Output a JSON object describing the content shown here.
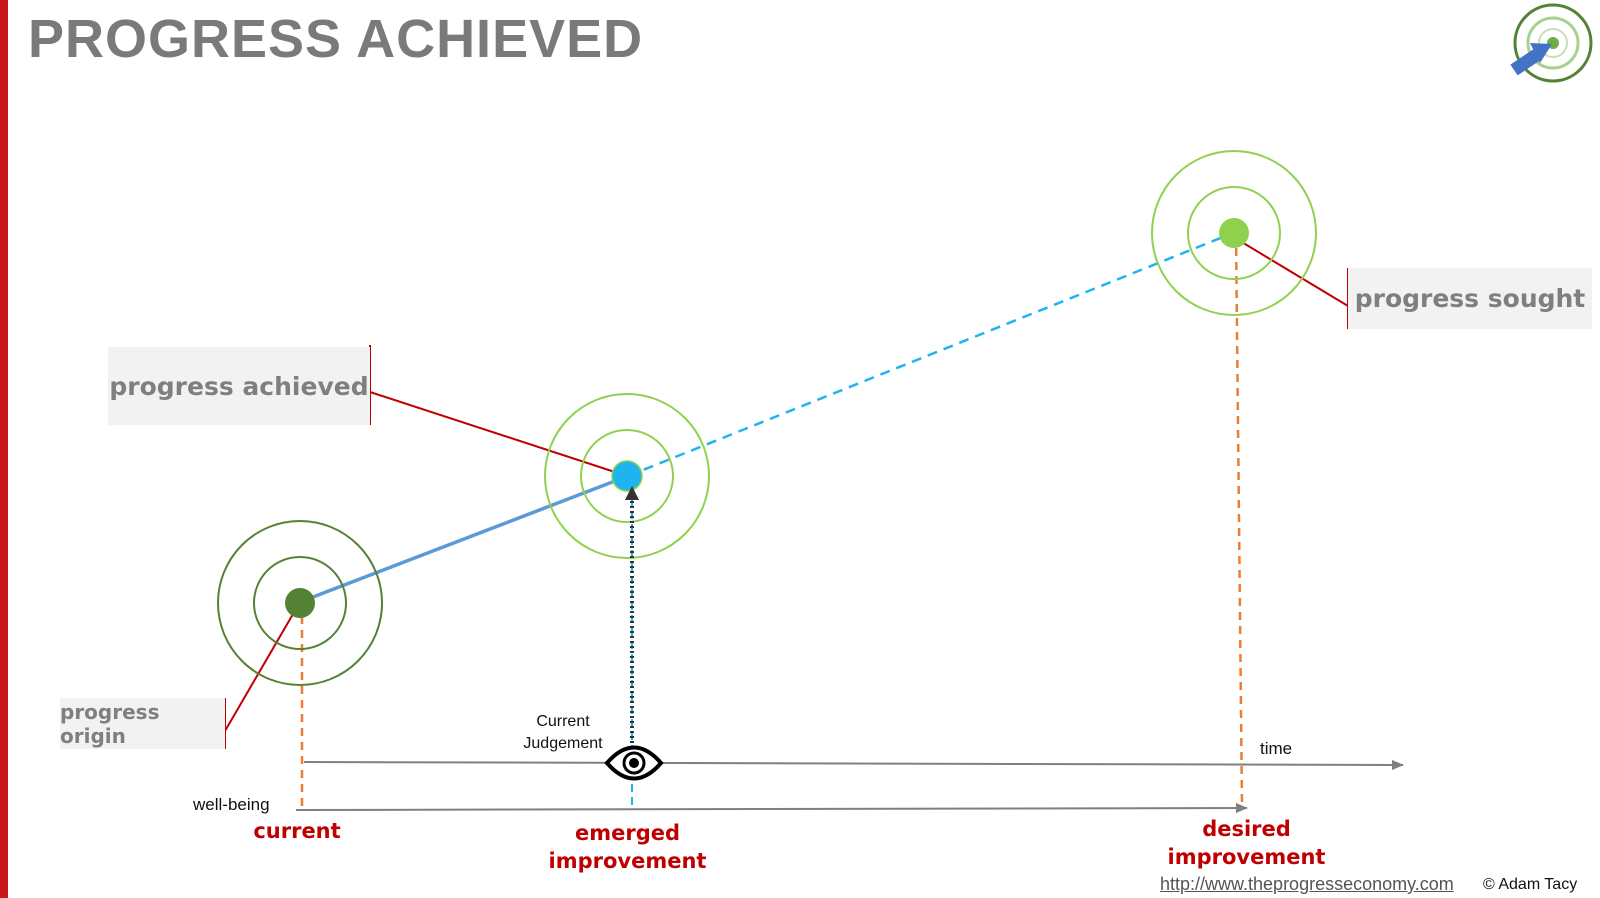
{
  "title": "PROGRESS ACHIEVED",
  "labels": {
    "progress_achieved": "progress achieved",
    "progress_sought": "progress sought",
    "progress_origin": "progress origin",
    "current_judgement_line1": "Current",
    "current_judgement_line2": "Judgement",
    "time": "time",
    "well_being": "well-being",
    "current": "current",
    "emerged_line1": "emerged",
    "emerged_line2": "improvement",
    "desired_line1": "desired",
    "desired_line2": "improvement"
  },
  "footer": {
    "url": "http://www.theprogresseconomy.com",
    "copyright": "© Adam Tacy"
  },
  "icons": {
    "logo": "target-arrow-icon",
    "eye": "eye-icon"
  },
  "colors": {
    "accent_red": "#c00000",
    "origin_green": "#548235",
    "target_green": "#8fd14f",
    "achieved_blue": "#1fb4f0",
    "line_blue": "#5b9bd5",
    "guide_orange": "#ed7d31",
    "title_gray": "#7a7a7a"
  }
}
